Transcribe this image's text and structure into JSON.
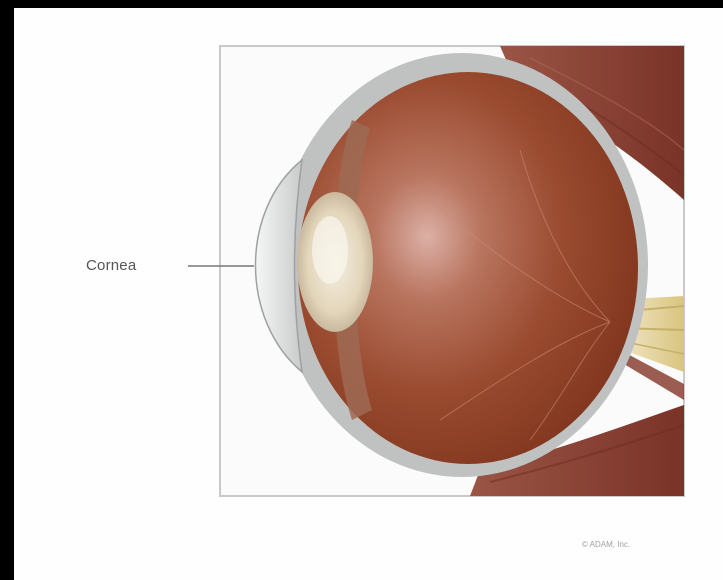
{
  "diagram": {
    "labels": [
      {
        "id": "cornea",
        "text": "Cornea"
      }
    ],
    "credit": "© ADAM, Inc."
  },
  "colors": {
    "outer_border": "#000000",
    "card_background": "#fefefe",
    "panel_border": "#c9c9c9",
    "eyeball_brown": "#8a3d22",
    "eyeball_highlight": "#dcb0a6",
    "sclera_edge": "#c0c2c2",
    "lens_cream": "#ede4cf",
    "muscle_red": "#8a3f33",
    "optic_nerve_yellow": "#e8d9a0",
    "label_text": "#555555",
    "leader_line": "#777777"
  },
  "icons": [
    "eye-anatomy-illustration"
  ]
}
